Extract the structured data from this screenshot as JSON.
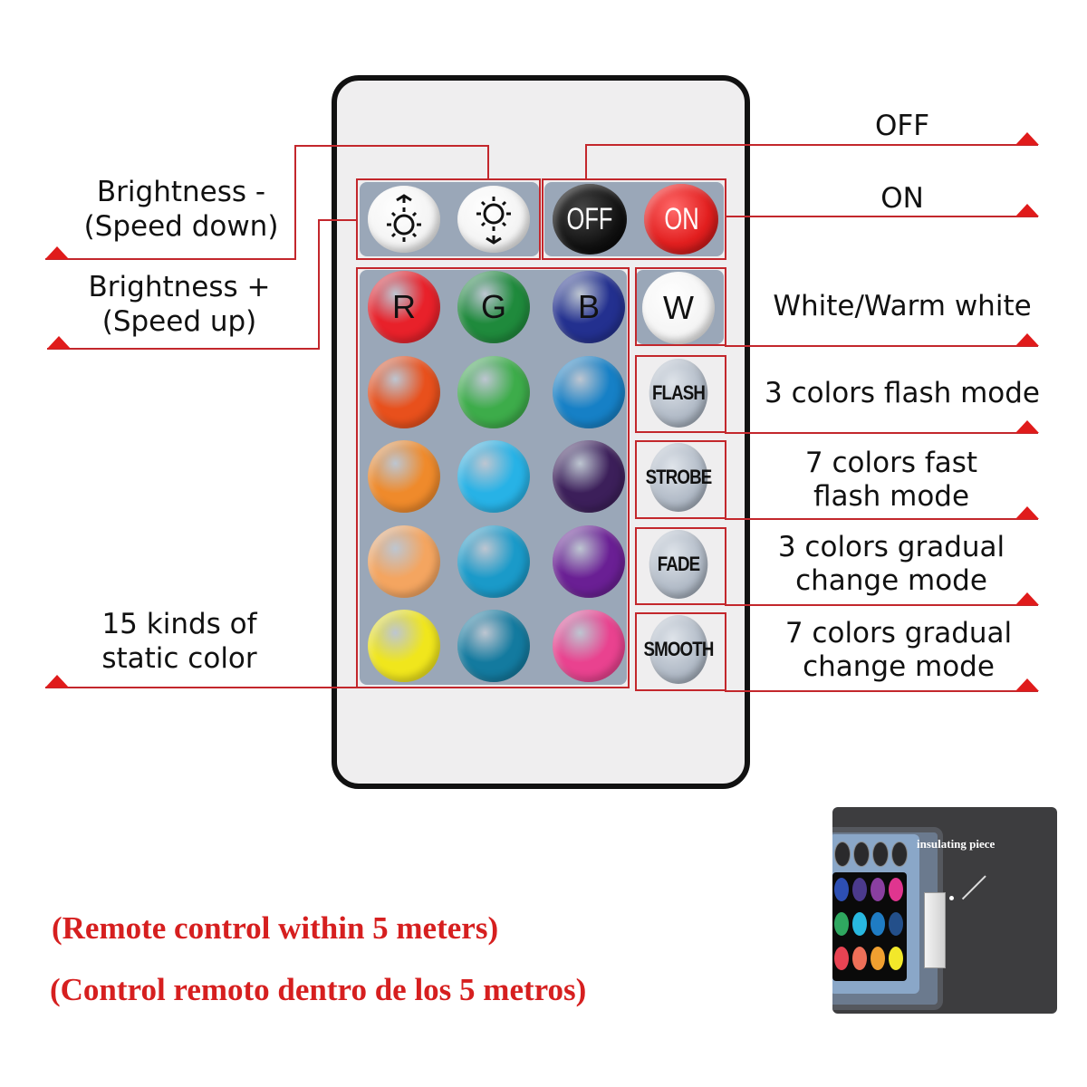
{
  "remote": {
    "brightness_buttons": [
      {
        "id": "brightness-minus",
        "icon": "sun-arrow-up-icon",
        "arrow": "up"
      },
      {
        "id": "brightness-plus",
        "icon": "sun-arrow-down-icon",
        "arrow": "down"
      }
    ],
    "power_buttons": [
      {
        "label": "OFF",
        "color": "#111111",
        "text_color": "#ffffff"
      },
      {
        "label": "ON",
        "color": "#e21f1f",
        "text_color": "#ffffff"
      }
    ],
    "color_buttons": [
      {
        "label": "R",
        "color": "#e8212a"
      },
      {
        "label": "G",
        "color": "#1f8a3c"
      },
      {
        "label": "B",
        "color": "#23308f"
      },
      {
        "label": "",
        "color": "#e8501c"
      },
      {
        "label": "",
        "color": "#3dac4a"
      },
      {
        "label": "",
        "color": "#1680c6"
      },
      {
        "label": "",
        "color": "#ef8a2b"
      },
      {
        "label": "",
        "color": "#27b2e6"
      },
      {
        "label": "",
        "color": "#3c1f5a"
      },
      {
        "label": "",
        "color": "#f4a560"
      },
      {
        "label": "",
        "color": "#1a9ac9"
      },
      {
        "label": "",
        "color": "#6a1f94"
      },
      {
        "label": "",
        "color": "#f0e61c"
      },
      {
        "label": "",
        "color": "#137a9f"
      },
      {
        "label": "",
        "color": "#e9428f"
      }
    ],
    "white_button": {
      "label": "W"
    },
    "mode_buttons": [
      {
        "label": "FLASH"
      },
      {
        "label": "STROBE"
      },
      {
        "label": "FADE"
      },
      {
        "label": "SMOOTH"
      }
    ]
  },
  "annotations": {
    "left": [
      {
        "line1": "Brightness -",
        "line2": "(Speed down)"
      },
      {
        "line1": "Brightness +",
        "line2": "(Speed up)"
      },
      {
        "line1": "15 kinds of",
        "line2": "static color"
      }
    ],
    "right": [
      {
        "line1": "OFF",
        "line2": ""
      },
      {
        "line1": "ON",
        "line2": ""
      },
      {
        "line1": "White/Warm white",
        "line2": ""
      },
      {
        "line1": "3 colors flash mode",
        "line2": ""
      },
      {
        "line1": "7 colors fast",
        "line2": "flash mode"
      },
      {
        "line1": "3 colors gradual",
        "line2": "change mode"
      },
      {
        "line1": "7 colors gradual",
        "line2": "change mode"
      }
    ]
  },
  "footer": {
    "english": "(Remote control within 5 meters)",
    "spanish": "(Control remoto dentro de los 5 metros)"
  },
  "inset": {
    "label": "insulating piece"
  },
  "colors": {
    "accent_red": "#c3272c",
    "footer_red": "#d61f1f",
    "panel_gray": "#9aa7b8"
  }
}
